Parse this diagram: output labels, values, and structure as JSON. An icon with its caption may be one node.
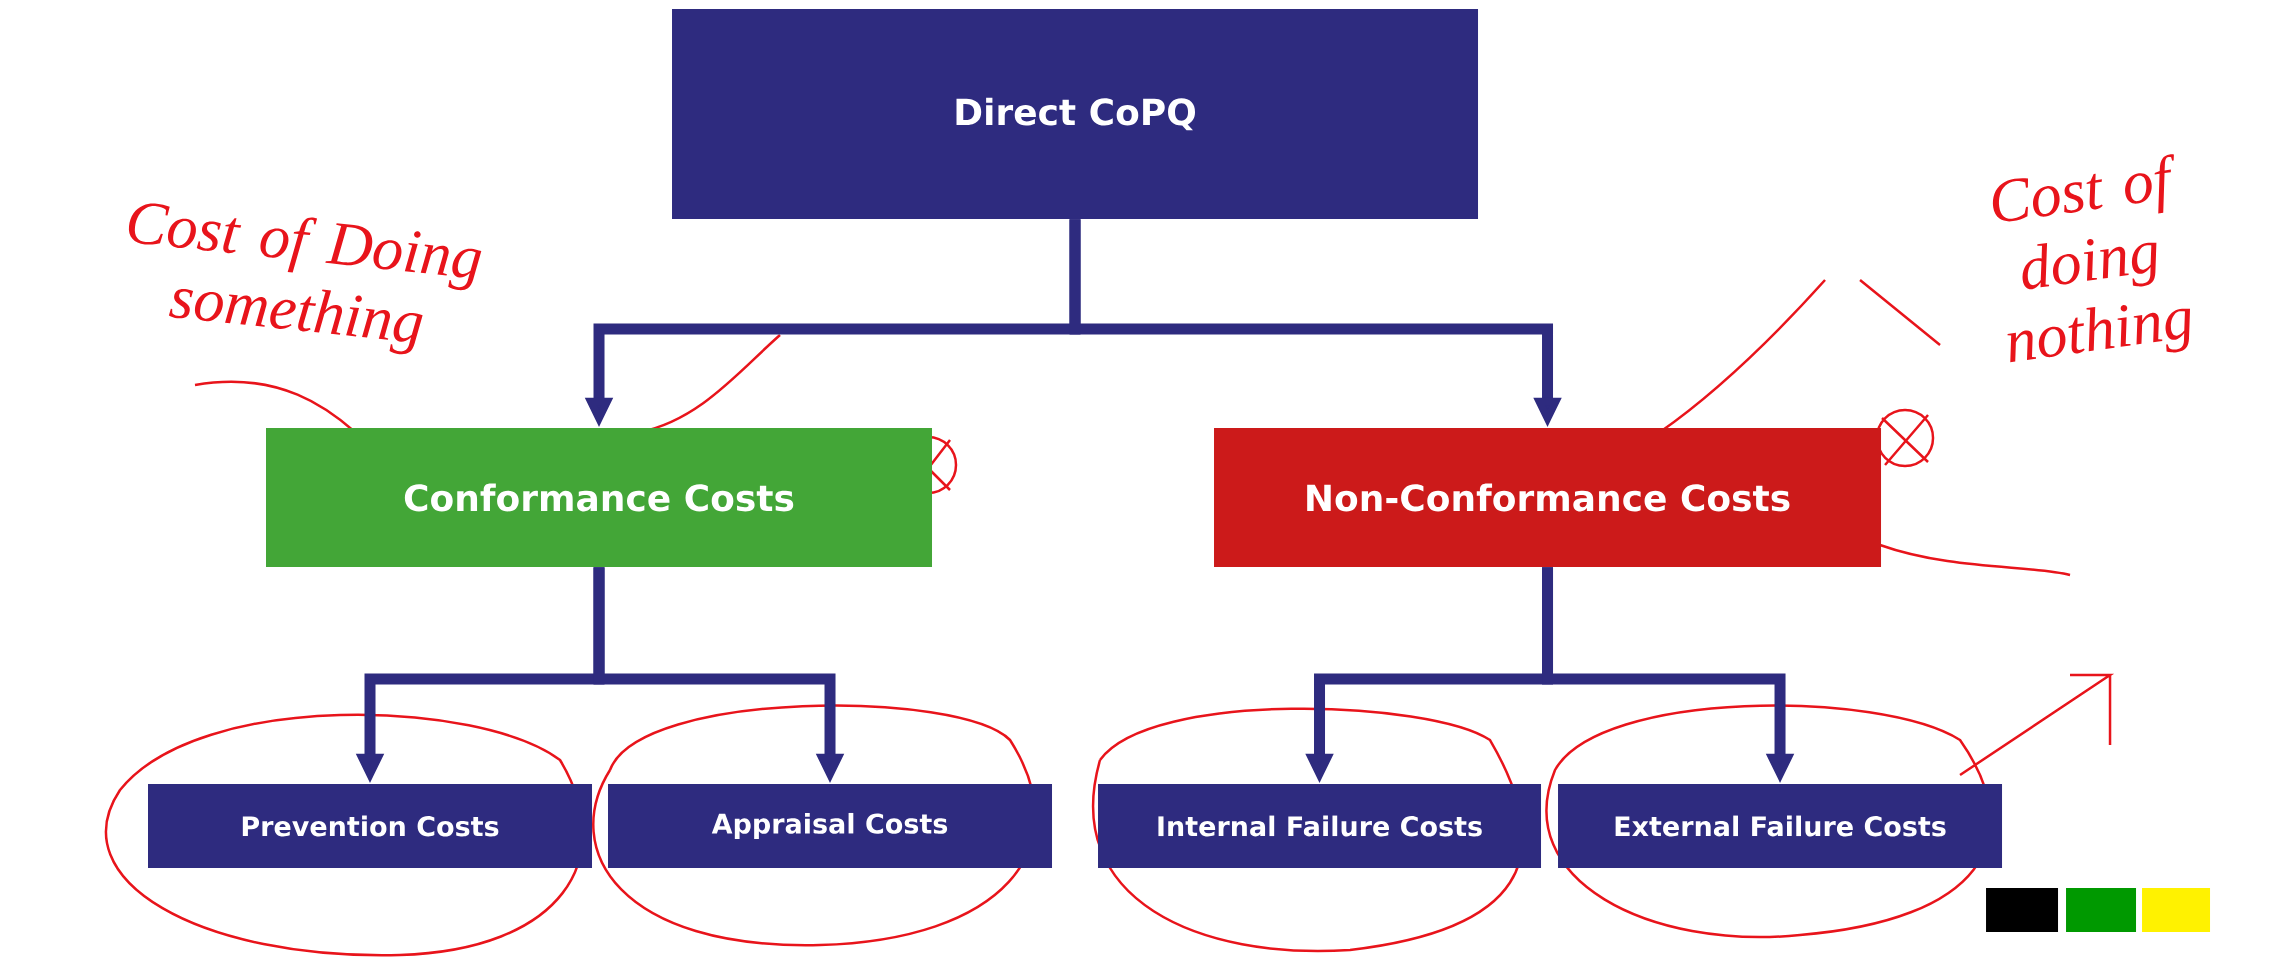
{
  "diagram": {
    "nodes": [
      {
        "text": [
          "Direct CoPQ"
        ]
      },
      {
        "text": [
          "Conformance Costs"
        ]
      },
      {
        "text": [
          "Non-Conformance Costs"
        ]
      },
      {
        "text": [
          "Prevention Costs"
        ]
      },
      {
        "text": [
          "Appraisal Costs"
        ]
      },
      {
        "text": [
          "Internal Failure Costs"
        ]
      },
      {
        "text": [
          "External Failure Costs"
        ]
      }
    ],
    "edges": [
      {
        "from": 0,
        "to": 1,
        "arrow": "to"
      },
      {
        "from": 0,
        "to": 2,
        "arrow": "to"
      },
      {
        "from": 1,
        "to": 3,
        "arrow": "to"
      },
      {
        "from": 1,
        "to": 4,
        "arrow": "to"
      },
      {
        "from": 2,
        "to": 5,
        "arrow": "to"
      },
      {
        "from": 2,
        "to": 6,
        "arrow": "to"
      }
    ],
    "labels": [
      "Cost of Doing something",
      "Cost of doing nothing"
    ]
  }
}
